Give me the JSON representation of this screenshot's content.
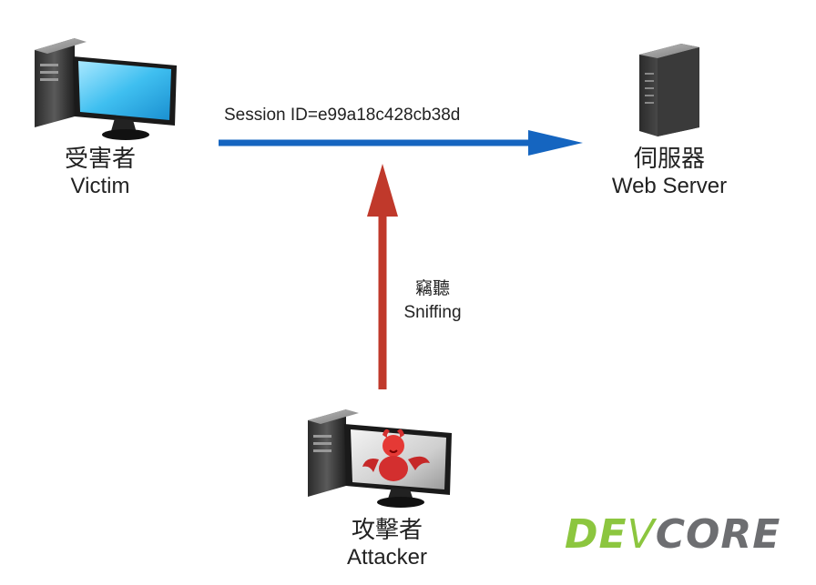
{
  "nodes": {
    "victim": {
      "label_zh": "受害者",
      "label_en": "Victim",
      "icon": "desktop-computer-icon"
    },
    "server": {
      "label_zh": "伺服器",
      "label_en": "Web Server",
      "icon": "server-tower-icon"
    },
    "attacker": {
      "label_zh": "攻擊者",
      "label_en": "Attacker",
      "icon": "attacker-computer-icon"
    }
  },
  "edges": {
    "session": {
      "label": "Session ID=e99a18c428cb38d",
      "color": "#1565c0",
      "from": "victim",
      "to": "server"
    },
    "sniff": {
      "label_zh": "竊聽",
      "label_en": "Sniffing",
      "color": "#c0392b",
      "from": "attacker",
      "to": "session"
    }
  },
  "logo": {
    "part1": "DE",
    "part2": "CORE",
    "mark": "V",
    "color": "#8cc63f",
    "color_dark": "#6d6e71"
  }
}
